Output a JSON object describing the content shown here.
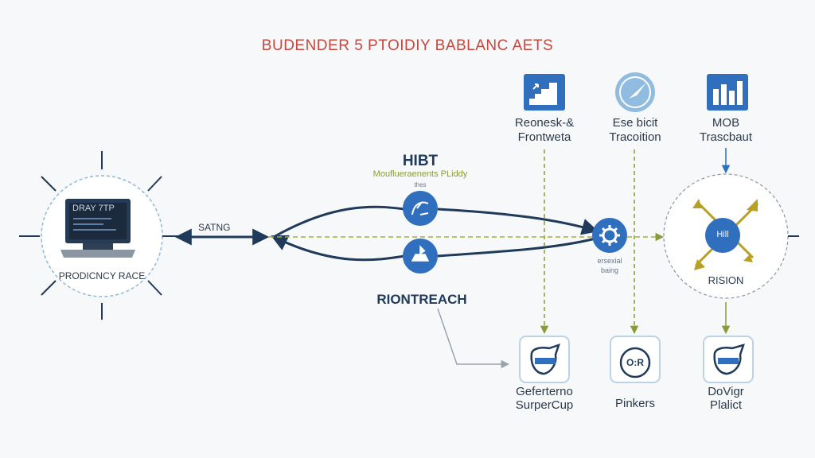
{
  "title": "BUDENDER 5 PTOIDIY BABLANC AETS",
  "colors": {
    "title": "#c9463d",
    "navy": "#1f3a5a",
    "blue": "#2f6fbd",
    "olive": "#8a9a3b",
    "gold": "#b8a024",
    "dash_circle": "#8fb8d8"
  },
  "left_node": {
    "screen_text": "DRAY 7TP",
    "label": "PRODICNCY RACE"
  },
  "flow": {
    "left_label": "SATNG",
    "top_title": "HIBT",
    "top_subtitle": "Mouflueraenents PLiddy",
    "top_small": "thes",
    "bottom_title": "RIONTREACH",
    "gear_caption_1": "ersexial",
    "gear_caption_2": "baing"
  },
  "top_row": [
    {
      "icon": "chart-growth-icon",
      "line1": "Reonesk-&",
      "line2": "Frontweta"
    },
    {
      "icon": "compass-icon",
      "line1": "Ese bicit",
      "line2": "Tracoition"
    },
    {
      "icon": "bar-chart-icon",
      "line1": "MOB",
      "line2": "Trascbaut"
    }
  ],
  "right_node": {
    "center_text": "Hill",
    "label": "RISION"
  },
  "bottom_row": [
    {
      "icon": "badge-icon",
      "badge_text": "",
      "line1": "Geferterno",
      "line2": "SurperCup"
    },
    {
      "icon": "badge-icon",
      "badge_text": "O:R",
      "line1": "Pinkers",
      "line2": ""
    },
    {
      "icon": "badge-icon",
      "badge_text": "",
      "line1": "DoVigr",
      "line2": "Plalict"
    }
  ]
}
